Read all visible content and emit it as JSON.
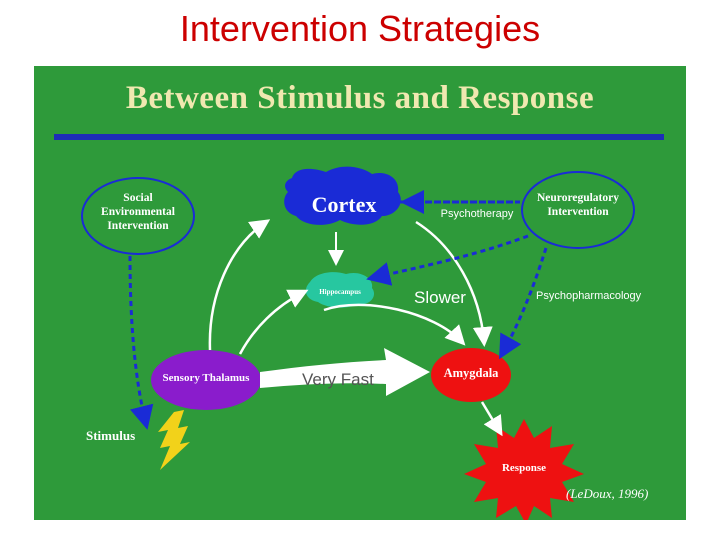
{
  "page": {
    "title": "Intervention Strategies"
  },
  "slide": {
    "title": "Between Stimulus and Response",
    "nodes": {
      "social": "Social Environmental Intervention",
      "cortex": "Cortex",
      "neuro": "Neuroregulatory Intervention",
      "hippocampus": "Hippocampus",
      "thalamus": "Sensory Thalamus",
      "amygdala": "Amygdala",
      "stimulus": "Stimulus",
      "response": "Response"
    },
    "edge_labels": {
      "psychotherapy": "Psychotherapy",
      "psychopharmacology": "Psychopharmacology",
      "slower": "Slower",
      "very_fast": "Very Fast"
    },
    "citation": "(LeDoux, 1996)"
  },
  "colors": {
    "page_title": "#cc0000",
    "slide_bg": "#2e9a3a",
    "slide_title": "#f0e8b0",
    "title_bar": "#1d2db8",
    "cortex": "#1a2bd6",
    "hippocampus": "#27c7a0",
    "thalamus": "#8a1ccc",
    "amygdala": "#ee1111",
    "response": "#ee1111",
    "stimulus_bolt": "#f2d21a",
    "dashed_blue": "#1a2bd6"
  }
}
